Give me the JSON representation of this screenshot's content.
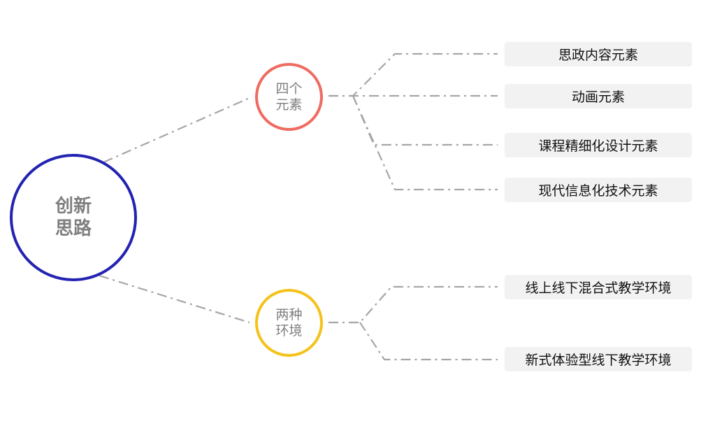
{
  "mindmap": {
    "root": {
      "label": "创新\n思路",
      "color": "#2323b2"
    },
    "branches": [
      {
        "label": "四个\n元素",
        "color": "#ef6b60",
        "children": [
          "思政内容元素",
          "动画元素",
          "课程精细化设计元素",
          "现代信息化技术元素"
        ]
      },
      {
        "label": "两种\n环境",
        "color": "#f5c21b",
        "children": [
          "线上线下混合式教学环境",
          "新式体验型线下教学环境"
        ]
      }
    ],
    "connector_color": "#a6a6a6",
    "leaf_background": "#f2f2f2"
  }
}
